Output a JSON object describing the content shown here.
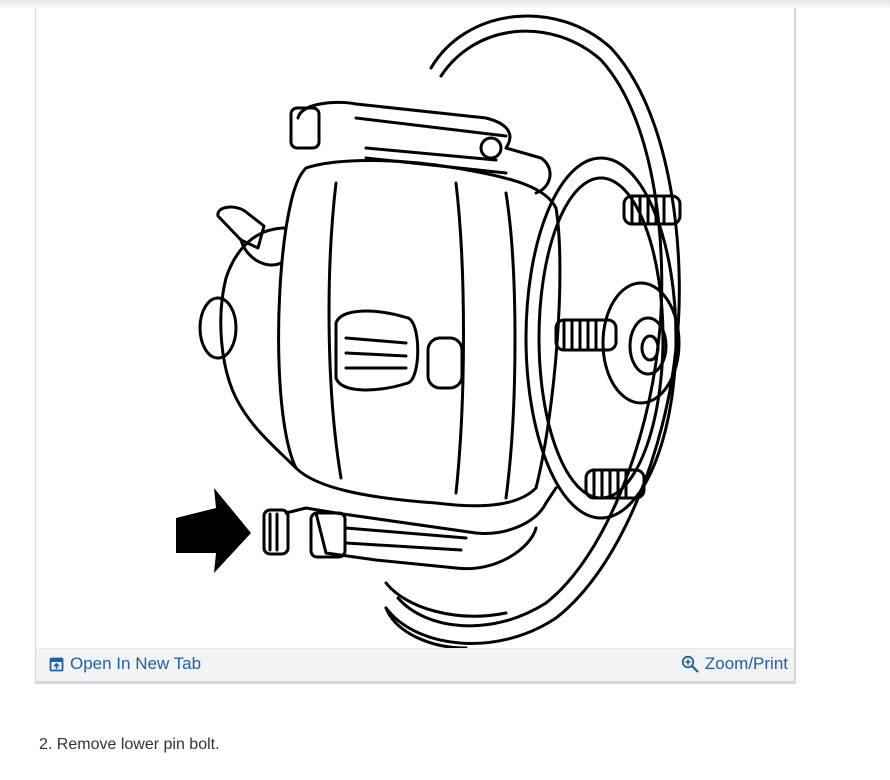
{
  "figure": {
    "open_tab_label": "Open In New Tab",
    "zoom_label": "Zoom/Print",
    "open_tab_icon": "new-tab-icon",
    "zoom_icon": "zoom-in-icon",
    "link_color": "#1f5fa8"
  },
  "instructions": {
    "step": "2. Remove lower pin bolt."
  }
}
